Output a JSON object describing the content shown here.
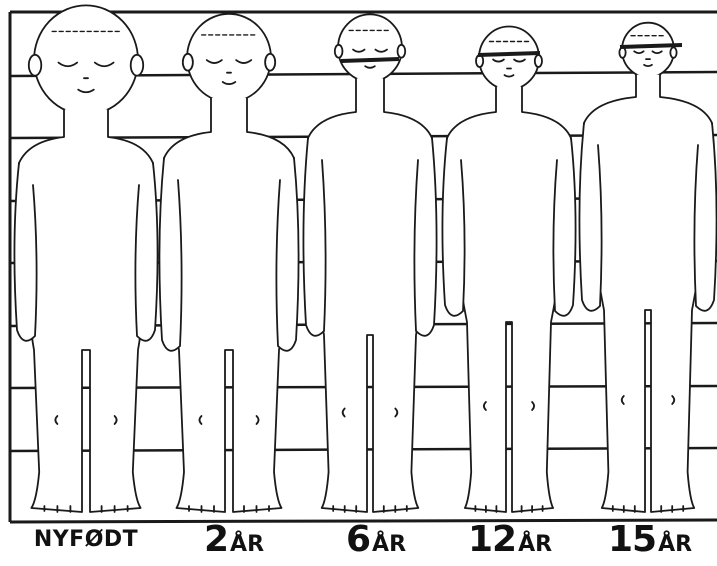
{
  "figure": {
    "stroke_color": "#1a1a1a",
    "background": "#ffffff",
    "figures": [
      {
        "id": "newborn",
        "label_word": "NYFØDT"
      },
      {
        "id": "age-2",
        "label_num": "2",
        "label_unit": "ÅR"
      },
      {
        "id": "age-6",
        "label_num": "6",
        "label_unit": "ÅR"
      },
      {
        "id": "age-12",
        "label_num": "12",
        "label_unit": "ÅR"
      },
      {
        "id": "age-15",
        "label_num": "15",
        "label_unit": "ÅR"
      }
    ]
  }
}
